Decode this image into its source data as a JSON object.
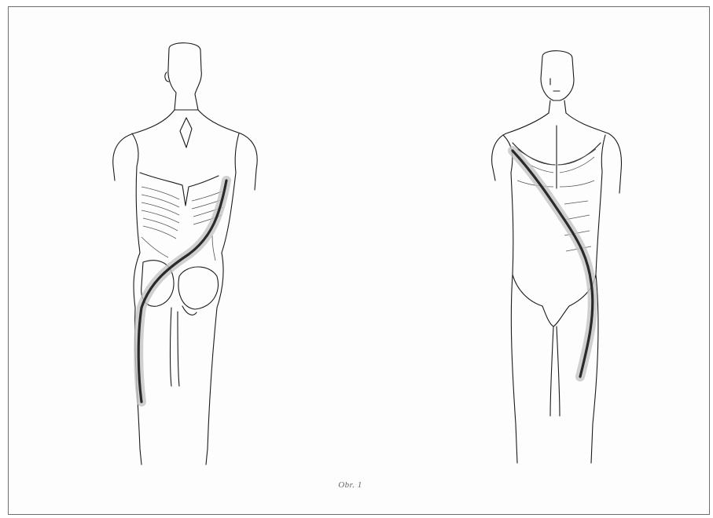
{
  "figure": {
    "caption": "Obr. 1",
    "panels": [
      {
        "id": "back-view"
      },
      {
        "id": "front-view"
      }
    ],
    "colors": {
      "outline": "#1a1a1a",
      "muscle_lines": "#555555",
      "highlight_line": "#2a2a2a",
      "highlight_shadow": "#b8b8b8",
      "frame": "#6f6f6f"
    }
  }
}
